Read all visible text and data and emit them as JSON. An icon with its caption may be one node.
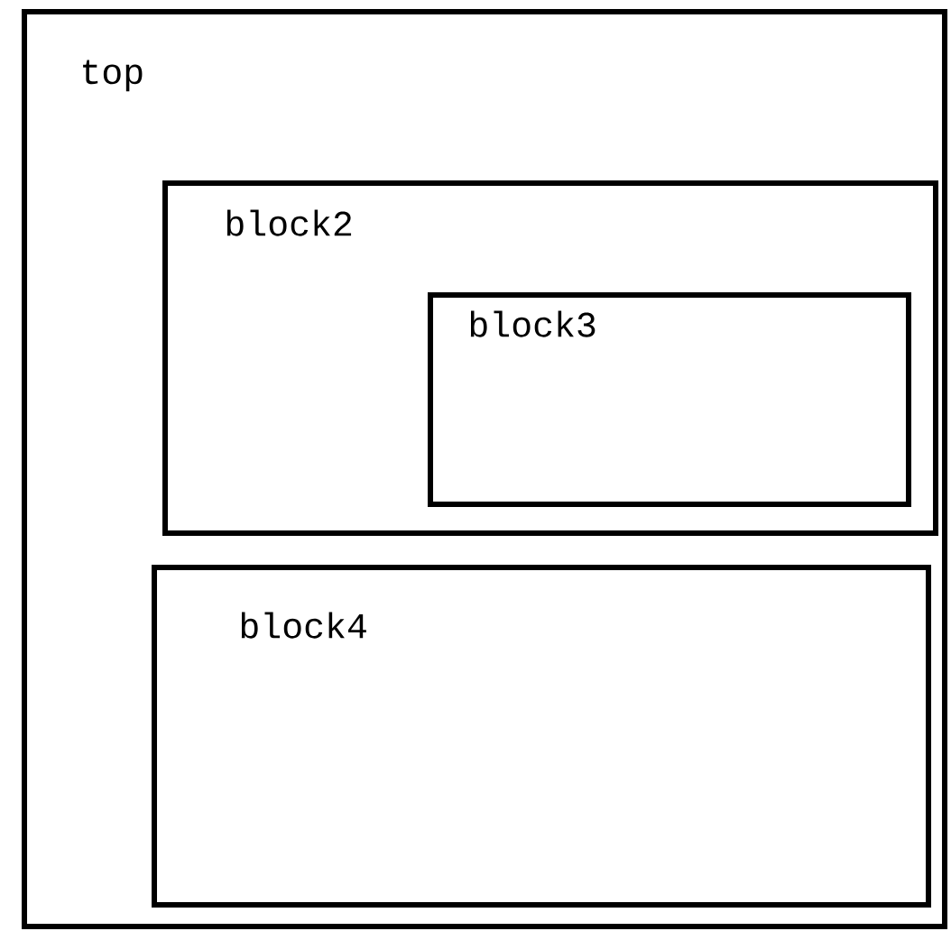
{
  "diagram": {
    "nodes": [
      {
        "text": [
          "top"
        ]
      },
      {
        "text": [
          "block2"
        ],
        "in": 0
      },
      {
        "text": [
          "block3"
        ],
        "in": 1
      },
      {
        "text": [
          "block4"
        ],
        "in": 0
      }
    ]
  }
}
